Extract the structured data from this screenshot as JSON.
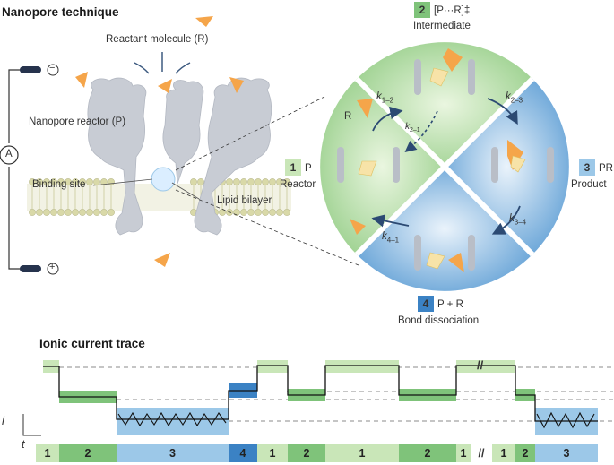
{
  "top": {
    "title": "Nanopore technique",
    "reactant_label": "Reactant molecule (R)",
    "reactor_label": "Nanopore reactor (P)",
    "binding_label": "Binding site",
    "bilayer_label": "Lipid bilayer",
    "ammeter_label": "A",
    "minus_label": "−",
    "plus_label": "+"
  },
  "cycle": {
    "state2": {
      "num": "2",
      "name": "[P···R]‡",
      "desc": "Intermediate"
    },
    "state1": {
      "num": "1",
      "name": "P",
      "desc": "Reactor"
    },
    "state3": {
      "num": "3",
      "name": "PR",
      "desc": "Product"
    },
    "state4": {
      "num": "4",
      "name": "P + R",
      "desc": "Bond dissociation"
    },
    "r_label": "R",
    "k12": {
      "base": "k",
      "sub": "1–2"
    },
    "k21": {
      "base": "k",
      "sub": "2–1"
    },
    "k23": {
      "base": "k",
      "sub": "2–3"
    },
    "k34": {
      "base": "k",
      "sub": "3–4"
    },
    "k41": {
      "base": "k",
      "sub": "4–1"
    }
  },
  "trace": {
    "title": "Ionic current trace",
    "i_label": "i",
    "t_label": "t",
    "break_label": "//",
    "segments": [
      {
        "label": "1",
        "state": 1
      },
      {
        "label": "2",
        "state": 2
      },
      {
        "label": "3",
        "state": 3
      },
      {
        "label": "4",
        "state": 4
      },
      {
        "label": "1",
        "state": 1
      },
      {
        "label": "2",
        "state": 2
      },
      {
        "label": "1",
        "state": 1
      },
      {
        "label": "2",
        "state": 2
      },
      {
        "label": "1",
        "state": 1
      },
      {
        "label": "//",
        "state": 0
      },
      {
        "label": "1",
        "state": 1
      },
      {
        "label": "2",
        "state": 2
      },
      {
        "label": "3",
        "state": 3
      }
    ]
  },
  "colors": {
    "state1": "#c9e6b8",
    "state2": "#7fc37a",
    "state3": "#9cc8e8",
    "state4": "#3b82c4",
    "pore": "#c8ccd4",
    "molecule": "#f5a54a",
    "trace": "#111111"
  }
}
